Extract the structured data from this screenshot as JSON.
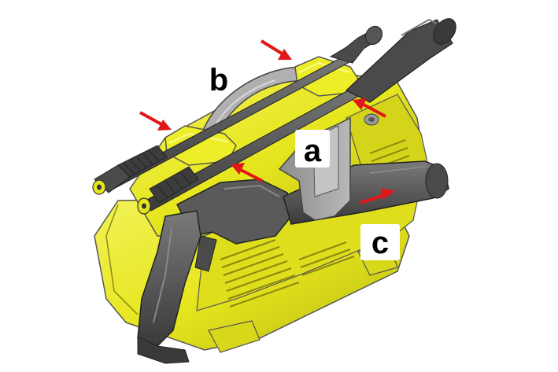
{
  "callouts": {
    "a": "a",
    "b": "b",
    "c": "c"
  },
  "colors": {
    "body": "#e6e61e",
    "body_dark": "#9c9c10",
    "body_light": "#f4f46a",
    "grey": "#555555",
    "grey_dark": "#333333",
    "grey_light": "#8a8a8a",
    "handle_grey": "#a8a8a8",
    "arrow": "#e01818",
    "label_bg": "#ffffff"
  }
}
